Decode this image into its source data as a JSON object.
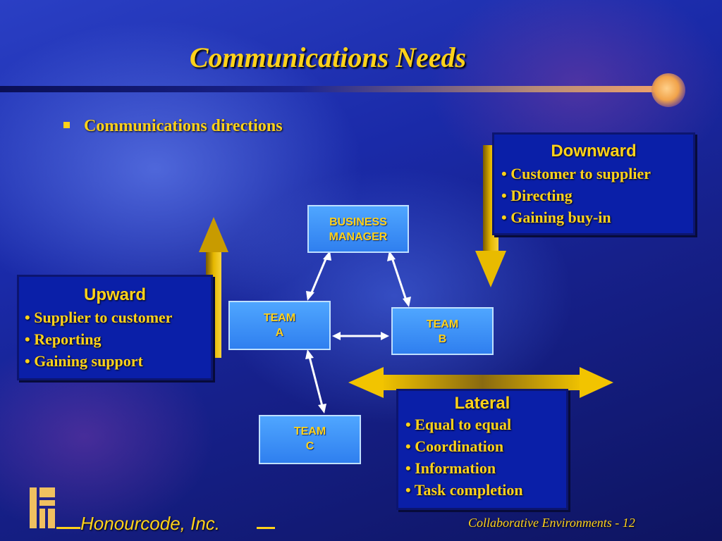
{
  "slide": {
    "title": "Communications Needs",
    "bullet": "Communications directions"
  },
  "panels": {
    "downward": {
      "heading": "Downward",
      "items": [
        "• Customer to supplier",
        "• Directing",
        "• Gaining buy-in"
      ]
    },
    "upward": {
      "heading": "Upward",
      "items": [
        "• Supplier to customer",
        "• Reporting",
        "• Gaining support"
      ]
    },
    "lateral": {
      "heading": "Lateral",
      "items": [
        "• Equal to equal",
        "• Coordination",
        "• Information",
        "• Task completion"
      ]
    }
  },
  "nodes": {
    "manager": {
      "line1": "BUSINESS",
      "line2": "MANAGER"
    },
    "team_a": {
      "line1": "TEAM",
      "line2": "A"
    },
    "team_b": {
      "line1": "TEAM",
      "line2": "B"
    },
    "team_c": {
      "line1": "TEAM",
      "line2": "C"
    }
  },
  "footer": {
    "company": "Honourcode, Inc.",
    "slide_label": "Collaborative Environments - 12"
  },
  "colors": {
    "accent_gold": "#ffd21a",
    "panel_blue": "#0a1fa8",
    "node_blue": "#3a8cf5",
    "arrow_gold": "#e2b400"
  }
}
